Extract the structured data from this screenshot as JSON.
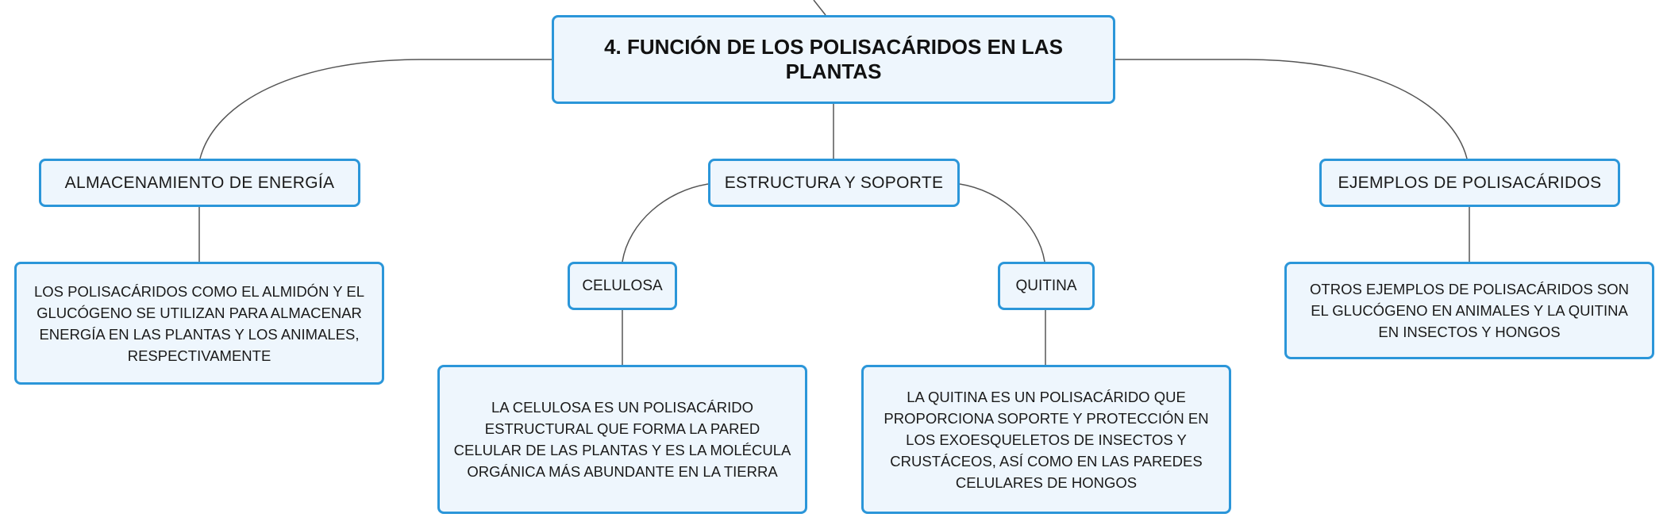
{
  "root": {
    "title": "4. FUNCIÓN DE LOS POLISACÁRIDOS EN LAS PLANTAS"
  },
  "branches": {
    "energy": {
      "label": "ALMACENAMIENTO DE ENERGÍA",
      "description": "LOS POLISACÁRIDOS COMO EL ALMIDÓN Y EL GLUCÓGENO SE UTILIZAN PARA ALMACENAR ENERGÍA EN LAS PLANTAS Y LOS ANIMALES, RESPECTIVAMENTE"
    },
    "structure": {
      "label": "ESTRUCTURA Y SOPORTE",
      "children": {
        "cellulose": {
          "label": "CELULOSA",
          "description": "LA CELULOSA ES UN POLISACÁRIDO ESTRUCTURAL QUE FORMA LA PARED CELULAR DE LAS PLANTAS Y ES LA MOLÉCULA ORGÁNICA MÁS ABUNDANTE EN LA TIERRA"
        },
        "chitin": {
          "label": "QUITINA",
          "description": "LA QUITINA ES UN POLISACÁRIDO QUE PROPORCIONA SOPORTE Y PROTECCIÓN EN LOS EXOESQUELETOS DE INSECTOS Y CRUSTÁCEOS, ASÍ COMO EN LAS PAREDES CELULARES DE HONGOS"
        }
      }
    },
    "examples": {
      "label": "EJEMPLOS DE POLISACÁRIDOS",
      "description": "OTROS EJEMPLOS DE POLISACÁRIDOS SON EL GLUCÓGENO EN ANIMALES Y LA QUITINA EN INSECTOS Y HONGOS"
    }
  },
  "colors": {
    "node_border": "#2b96d9",
    "node_fill": "#eef6fd",
    "connector": "#555555"
  }
}
